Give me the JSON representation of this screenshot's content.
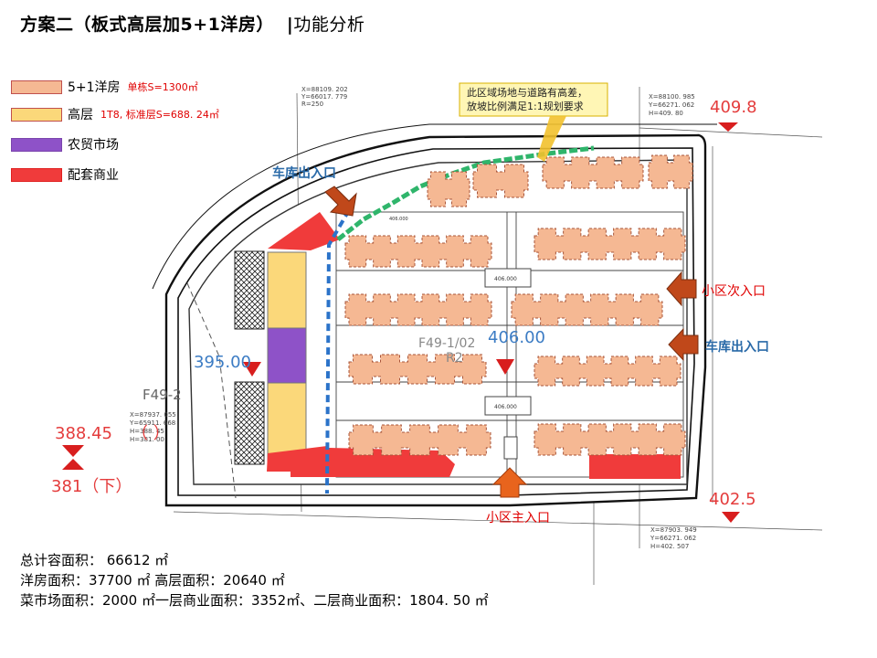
{
  "title": {
    "main": "方案二（板式高层加5+1洋房）",
    "separator": "|",
    "sub": "功能分析"
  },
  "legend": [
    {
      "label": "5+1洋房",
      "note": "单栋S=1300㎡",
      "color": "#f5b893"
    },
    {
      "label": "高层",
      "note": "1T8, 标准层S=688. 24㎡",
      "color": "#fbd87a"
    },
    {
      "label": "农贸市场",
      "note": "",
      "color": "#8e52c8"
    },
    {
      "label": "配套商业",
      "note": "",
      "color": "#f03b3b"
    }
  ],
  "callout": {
    "line1": "此区域场地与道路有高差，",
    "line2": "放坡比例满足1:1规划要求"
  },
  "entrances": {
    "garage_nw": "车库出入口",
    "secondary": "小区次入口",
    "garage_e": "车库出入口",
    "main": "小区主入口"
  },
  "elevations": {
    "ne": "409.8",
    "center": "406.00",
    "west": "395.00",
    "sw_upper": "388.45",
    "sw_lower": "381（下）",
    "se": "402.5"
  },
  "plan_labels": {
    "parcel_west": "F49-2",
    "parcel_center": "F49-1/02",
    "zone": "R2",
    "coord_nw": [
      "X=88109. 202",
      "Y=66017. 779",
      "R=250"
    ],
    "coord_ne": [
      "X=88100. 985",
      "Y=66271. 062",
      "H=409. 80"
    ],
    "coord_sw": [
      "X=87937. 055",
      "Y=65911. 668",
      "H=388. 45",
      "H=381. 00"
    ],
    "coord_se": [
      "X=87903. 949",
      "Y=66271. 062",
      "H=402. 507"
    ],
    "spot": [
      "406.000",
      "406.000",
      "406.000"
    ]
  },
  "stats": {
    "line1": "总计容面积：  66612   ㎡",
    "line2": "洋房面积：37700  ㎡    高层面积：20640  ㎡",
    "line3": "菜市场面积：2000  ㎡一层商业面积：3352㎡、二层商业面积：1804. 50  ㎡"
  },
  "colors": {
    "villa": "#f5b893",
    "highrise": "#fbd87a",
    "market": "#8e52c8",
    "commercial": "#f03b3b",
    "elev_red": "#e43c3c",
    "elev_blue": "#3c7cc4",
    "green_path": "#2fb56b",
    "blue_dash": "#2b73c9"
  }
}
